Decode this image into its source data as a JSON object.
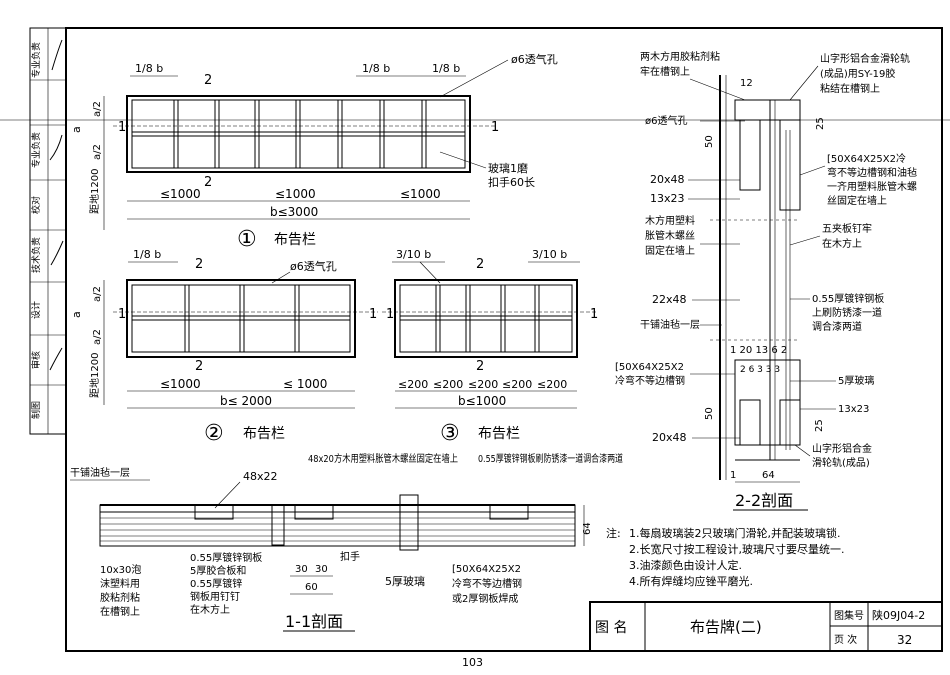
{
  "side_column": {
    "labels": [
      "审核",
      "校对",
      "设计",
      "制图"
    ],
    "extra_labels": [
      "专业负责",
      "专业负责",
      "技术负责",
      "设计",
      "校对",
      "审核"
    ]
  },
  "fig1": {
    "dim_top_left": "1/8 b",
    "dim_top_mid": "1/8 b",
    "dim_top_right": "1/8 b",
    "vent": "ø6透气孔",
    "glass_note_1": "玻璃1磨",
    "glass_note_2": "扣手60长",
    "dim_a": "a",
    "dim_a2_top": "a/2",
    "dim_a2_bot": "a/2",
    "ground": "距地1200",
    "seg1": "≤1000",
    "seg2": "≤1000",
    "seg3": "≤1000",
    "total": "b≤3000",
    "num": "①",
    "title": "布告栏",
    "cut1": "1",
    "cut2": "2"
  },
  "fig2": {
    "dim_top": "1/8 b",
    "vent": "ø6透气孔",
    "seg1": "≤1000",
    "seg2": "≤ 1000",
    "total": "b≤ 2000",
    "num": "②",
    "title": "布告栏",
    "dim_a": "a",
    "dim_a2_top": "a/2",
    "dim_a2_bot": "a/2",
    "ground": "距地1200"
  },
  "fig3": {
    "dim_top_left": "3/10 b",
    "dim_top_right": "3/10 b",
    "segs": [
      "≤200",
      "≤200",
      "≤200",
      "≤200",
      "≤200"
    ],
    "total": "b≤1000",
    "num": "③",
    "title": "布告栏"
  },
  "sec11": {
    "title": "1-1剖面",
    "felt": "干铺油毡一层",
    "d48x22": "48x22",
    "wood_note": "48x20方木用塑料胀管木螺丝固定在墙上",
    "steel_note": "0.55厚镀锌钢板刷防锈漆一道调合漆两道",
    "bottom_left_1": "10x30泡",
    "bottom_left_2": "沫塑料用",
    "bottom_left_3": "胶粘剂粘",
    "bottom_left_4": "在槽钢上",
    "mid_1": "0.55厚镀锌钢板",
    "mid_2": "5厚胶合板和",
    "mid_3": "0.55厚镀锌",
    "mid_4": "钢板用钉钉",
    "mid_5": "在木方上",
    "kou": "扣手",
    "d30a": "30",
    "d30b": "30",
    "d60": "60",
    "glass5": "5厚玻璃",
    "channel_1": "[50X64X25X2",
    "channel_2": "冷弯不等边槽钢",
    "channel_3": "或2厚钢板焊成",
    "d64": "64"
  },
  "sec22": {
    "title": "2-2剖面",
    "t1": "两木方用胶粘剂粘",
    "t2": "牢在槽钢上",
    "t3": "山字形铝合金滑轮轨",
    "t4": "(成品)用SY-19胶",
    "t5": "粘结在槽钢上",
    "vent": "ø6透气孔",
    "d12": "12",
    "d25": "25",
    "d50": "50",
    "d20x48": "20x48",
    "d13x23": "13x23",
    "ch1": "[50X64X25X2冷",
    "ch2": "弯不等边槽钢和油毡",
    "ch3": "一齐用塑料胀管木螺",
    "ch4": "丝固定在墙上",
    "wood1": "木方用塑料",
    "wood2": "胀管木螺丝",
    "wood3": "固定在墙上",
    "nail1": "五夹板钉牢",
    "nail2": "在木方上",
    "d22x48": "22x48",
    "steel1": "0.55厚镀锌钢板",
    "steel2": "上刷防锈漆一道",
    "steel3": "调合漆两道",
    "felt": "干铺油毡一层",
    "dims_row": "1 20 13 6 2",
    "dims_row2": "2 6 3 3 3",
    "chb1": "[50X64X25X2",
    "chb2": "冷弯不等边槽钢",
    "glass5": "5厚玻璃",
    "b13x23": "13x23",
    "b50": "50",
    "b25": "25",
    "b20x48": "20x48",
    "alu1": "山字形铝合金",
    "alu2": "滑轮轨(成品)",
    "d1": "1",
    "d64": "64"
  },
  "notes": {
    "lead": "注:",
    "items": [
      "1.每扇玻璃装2只玻璃门滑轮,并配装玻璃锁.",
      "2.长宽尺寸按工程设计,玻璃尺寸要尽量统一.",
      "3.油漆颜色由设计人定.",
      "4.所有焊缝均应锉平磨光."
    ]
  },
  "title_block": {
    "label_name": "图  名",
    "name": "布告牌(二)",
    "atlas_label": "图集号",
    "atlas_no": "陕09J04-2",
    "page_label": "页  次",
    "page_no": "32"
  },
  "page_number": "103"
}
